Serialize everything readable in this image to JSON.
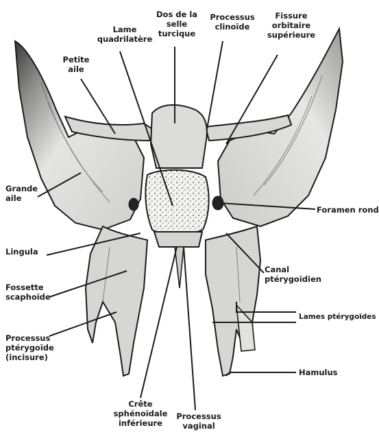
{
  "figure": {
    "ink": "#1a1a1a",
    "bone_fill": "#e9e9e7",
    "bone_shade": "#bdbdb9",
    "dark_tip": "#2a2a2a",
    "background": "#ffffff"
  },
  "labels": {
    "dos_selle": [
      "Dos de la",
      "selle",
      "turcique"
    ],
    "processus_clinoide": [
      "Processus",
      "clinoïde"
    ],
    "fissure_orbitaire": [
      "Fissure",
      "orbitaire",
      "supérieure"
    ],
    "lame_quadrilatere": [
      "Lame",
      "quadrilatère"
    ],
    "petite_aile": [
      "Petite",
      "aile"
    ],
    "grande_aile": [
      "Grande",
      "aile"
    ],
    "foramen_rond": [
      "Foramen rond"
    ],
    "lingula": [
      "Lingula"
    ],
    "canal_pterygoidien": [
      "Canal",
      "ptérygoïdien"
    ],
    "fossette_scaphoide": [
      "Fossette",
      "scaphoïde"
    ],
    "lames_pterygoides": [
      "Lames ptérygoïdes"
    ],
    "processus_pterygoide": [
      "Processus",
      "ptérygoïde",
      "(incisure)"
    ],
    "hamulus": [
      "Hamulus"
    ],
    "crete_sphenoidale": [
      "Crête",
      "sphénoïdale",
      "inférieure"
    ],
    "processus_vaginal": [
      "Processus",
      "vaginal"
    ]
  }
}
